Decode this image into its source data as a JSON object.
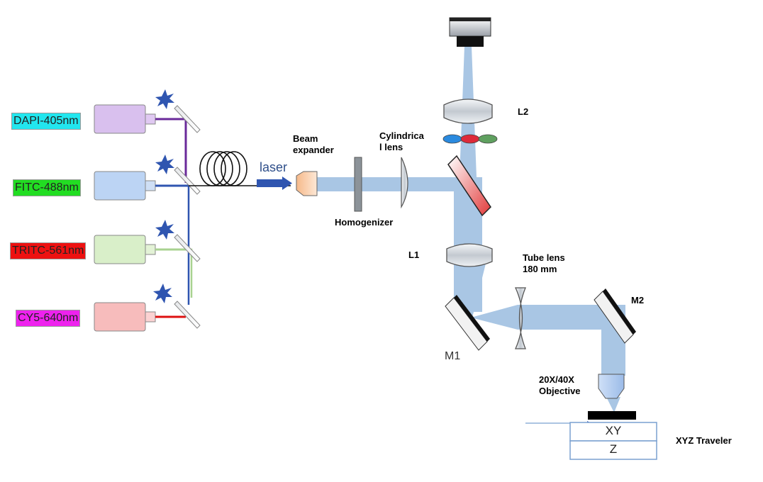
{
  "lasers": [
    {
      "label": "DAPI-405nm",
      "tag_color": "#22e6ee",
      "body_color": "#d9c0ee",
      "line_color": "#6a2a9a"
    },
    {
      "label": "FITC-488nm",
      "tag_color": "#22dd22",
      "body_color": "#bcd4f4",
      "line_color": "#2f55b0"
    },
    {
      "label": "TRITC-561nm",
      "tag_color": "#ee1111",
      "body_color": "#d9efc9",
      "line_color": "#a8d290"
    },
    {
      "label": "CY5-640nm",
      "tag_color": "#ee22ee",
      "body_color": "#f7bcbc",
      "line_color": "#dd1111"
    }
  ],
  "labels": {
    "laser": "laser",
    "beam_expander": "Beam\nexpander",
    "cylindrical_lens": "Cylindrica\nl lens",
    "homogenizer": "Homogenizer",
    "l1": "L1",
    "l2": "L2",
    "tube_lens": "Tube lens\n180 mm",
    "m1": "M1",
    "m2": "M2",
    "objective": "20X/40X\nObjective",
    "xy": "XY",
    "z": "Z",
    "traveler": "XYZ Traveler"
  },
  "colors": {
    "beam": "#a9c6e4",
    "lens": "#d5dbe2",
    "dichroic": "#e23a3a",
    "star": "#2f55b0"
  }
}
